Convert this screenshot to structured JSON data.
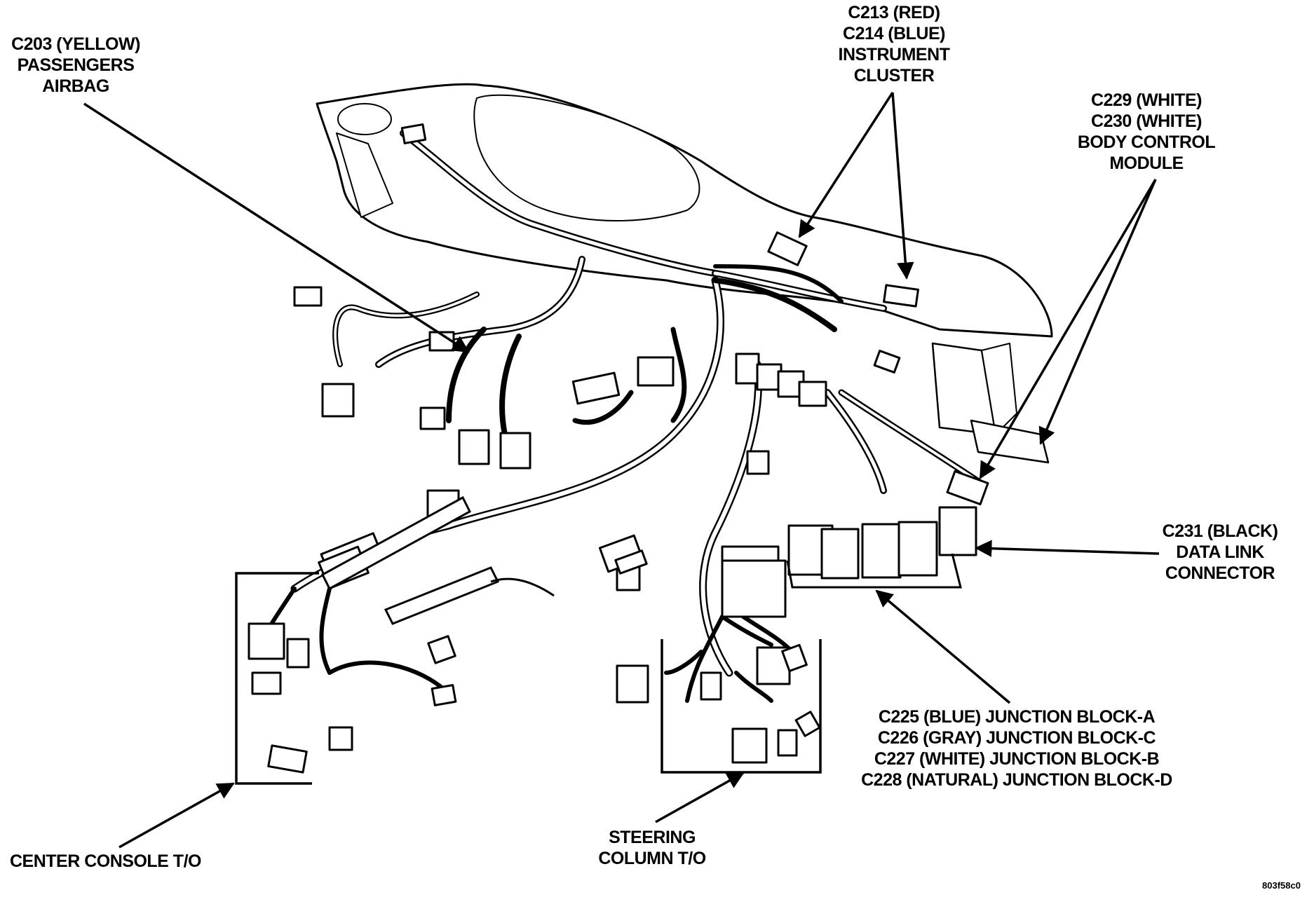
{
  "labels": {
    "airbag": [
      "C203 (YELLOW)",
      "PASSENGERS",
      "AIRBAG"
    ],
    "cluster": [
      "C213 (RED)",
      "C214 (BLUE)",
      "INSTRUMENT",
      "CLUSTER"
    ],
    "bcm": [
      "C229 (WHITE)",
      "C230 (WHITE)",
      "BODY CONTROL",
      "MODULE"
    ],
    "dlc": [
      "C231 (BLACK)",
      "DATA LINK",
      "CONNECTOR"
    ],
    "junction": [
      "C225 (BLUE) JUNCTION BLOCK-A",
      "C226 (GRAY) JUNCTION BLOCK-C",
      "C227 (WHITE) JUNCTION BLOCK-B",
      "C228 (NATURAL) JUNCTION BLOCK-D"
    ],
    "steering": [
      "STEERING",
      "COLUMN T/O"
    ],
    "console": [
      "CENTER CONSOLE T/O"
    ]
  },
  "figure_code": "803f58c0"
}
